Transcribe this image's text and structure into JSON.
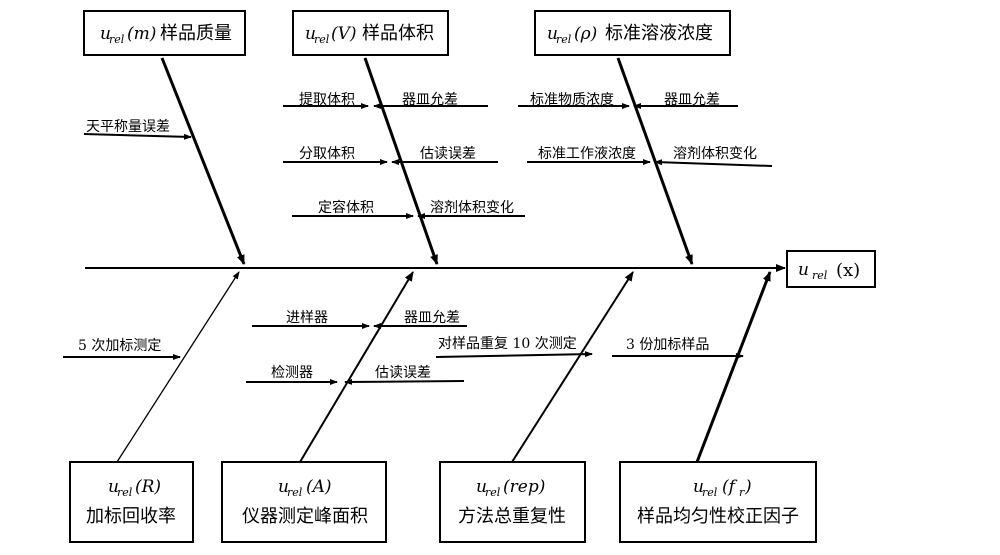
{
  "causes_top": [
    {
      "symbol": "u",
      "subscript": "rel",
      "arg": "(m)",
      "label": "样品质量"
    },
    {
      "symbol": "u",
      "subscript": "rel",
      "arg": "(V)",
      "label": "样品体积"
    },
    {
      "symbol": "u",
      "subscript": "rel",
      "arg": "(ρ)",
      "label": "标准溶液浓度"
    }
  ],
  "causes_bottom": [
    {
      "symbol": "u",
      "subscript": "rel",
      "arg": "(R)",
      "label": "加标回收率"
    },
    {
      "symbol": "u",
      "subscript": "rel",
      "arg": "(A)",
      "label": "仪器测定峰面积"
    },
    {
      "symbol": "u",
      "subscript": "rel",
      "arg": "(rep)",
      "label": "方法总重复性"
    },
    {
      "symbol": "u",
      "subscript": "rel",
      "arg": "(f",
      "arg_sub": "r",
      "arg_end": ")",
      "label": "样品均匀性校正因子"
    }
  ],
  "effect": {
    "symbol": "u",
    "subscript": "rel",
    "arg": "(x)"
  },
  "sub_causes": {
    "mass": [
      "天平称量误差"
    ],
    "volume": [
      "提取体积",
      "器皿允差",
      "分取体积",
      "估读误差",
      "定容体积",
      "溶剂体积变化"
    ],
    "concentration": [
      "标准物质浓度",
      "器皿允差",
      "标准工作液浓度",
      "溶剂体积变化"
    ],
    "recovery": [
      "5 次加标测定"
    ],
    "instrument": [
      "进样器",
      "器皿允差",
      "检测器",
      "估读误差"
    ],
    "repeatability": [
      "对样品重复 10 次测定"
    ],
    "homogeneity": [
      "3 份加标样品"
    ]
  }
}
